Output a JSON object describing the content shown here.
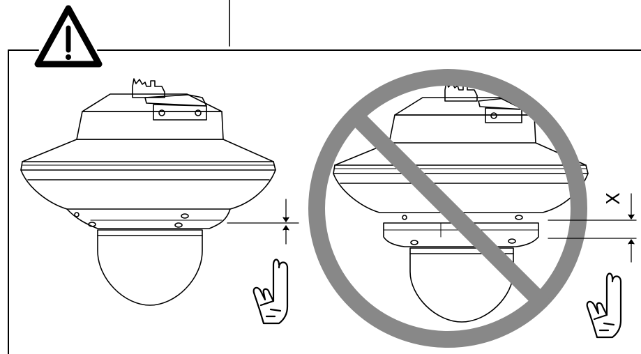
{
  "warning": {
    "icon": "warning-triangle-icon",
    "glyph": "!"
  },
  "panels": [
    {
      "name": "correct-installation",
      "gap_marker": "",
      "pointing_hand_icon": "pointing-hand-icon"
    },
    {
      "name": "incorrect-installation",
      "gap_marker": "X",
      "pointing_hand_icon": "pointing-hand-icon",
      "prohibited_icon": "prohibited-sign-icon"
    }
  ],
  "colors": {
    "line": "#000000",
    "prohibited": "#888888",
    "background": "#ffffff"
  }
}
